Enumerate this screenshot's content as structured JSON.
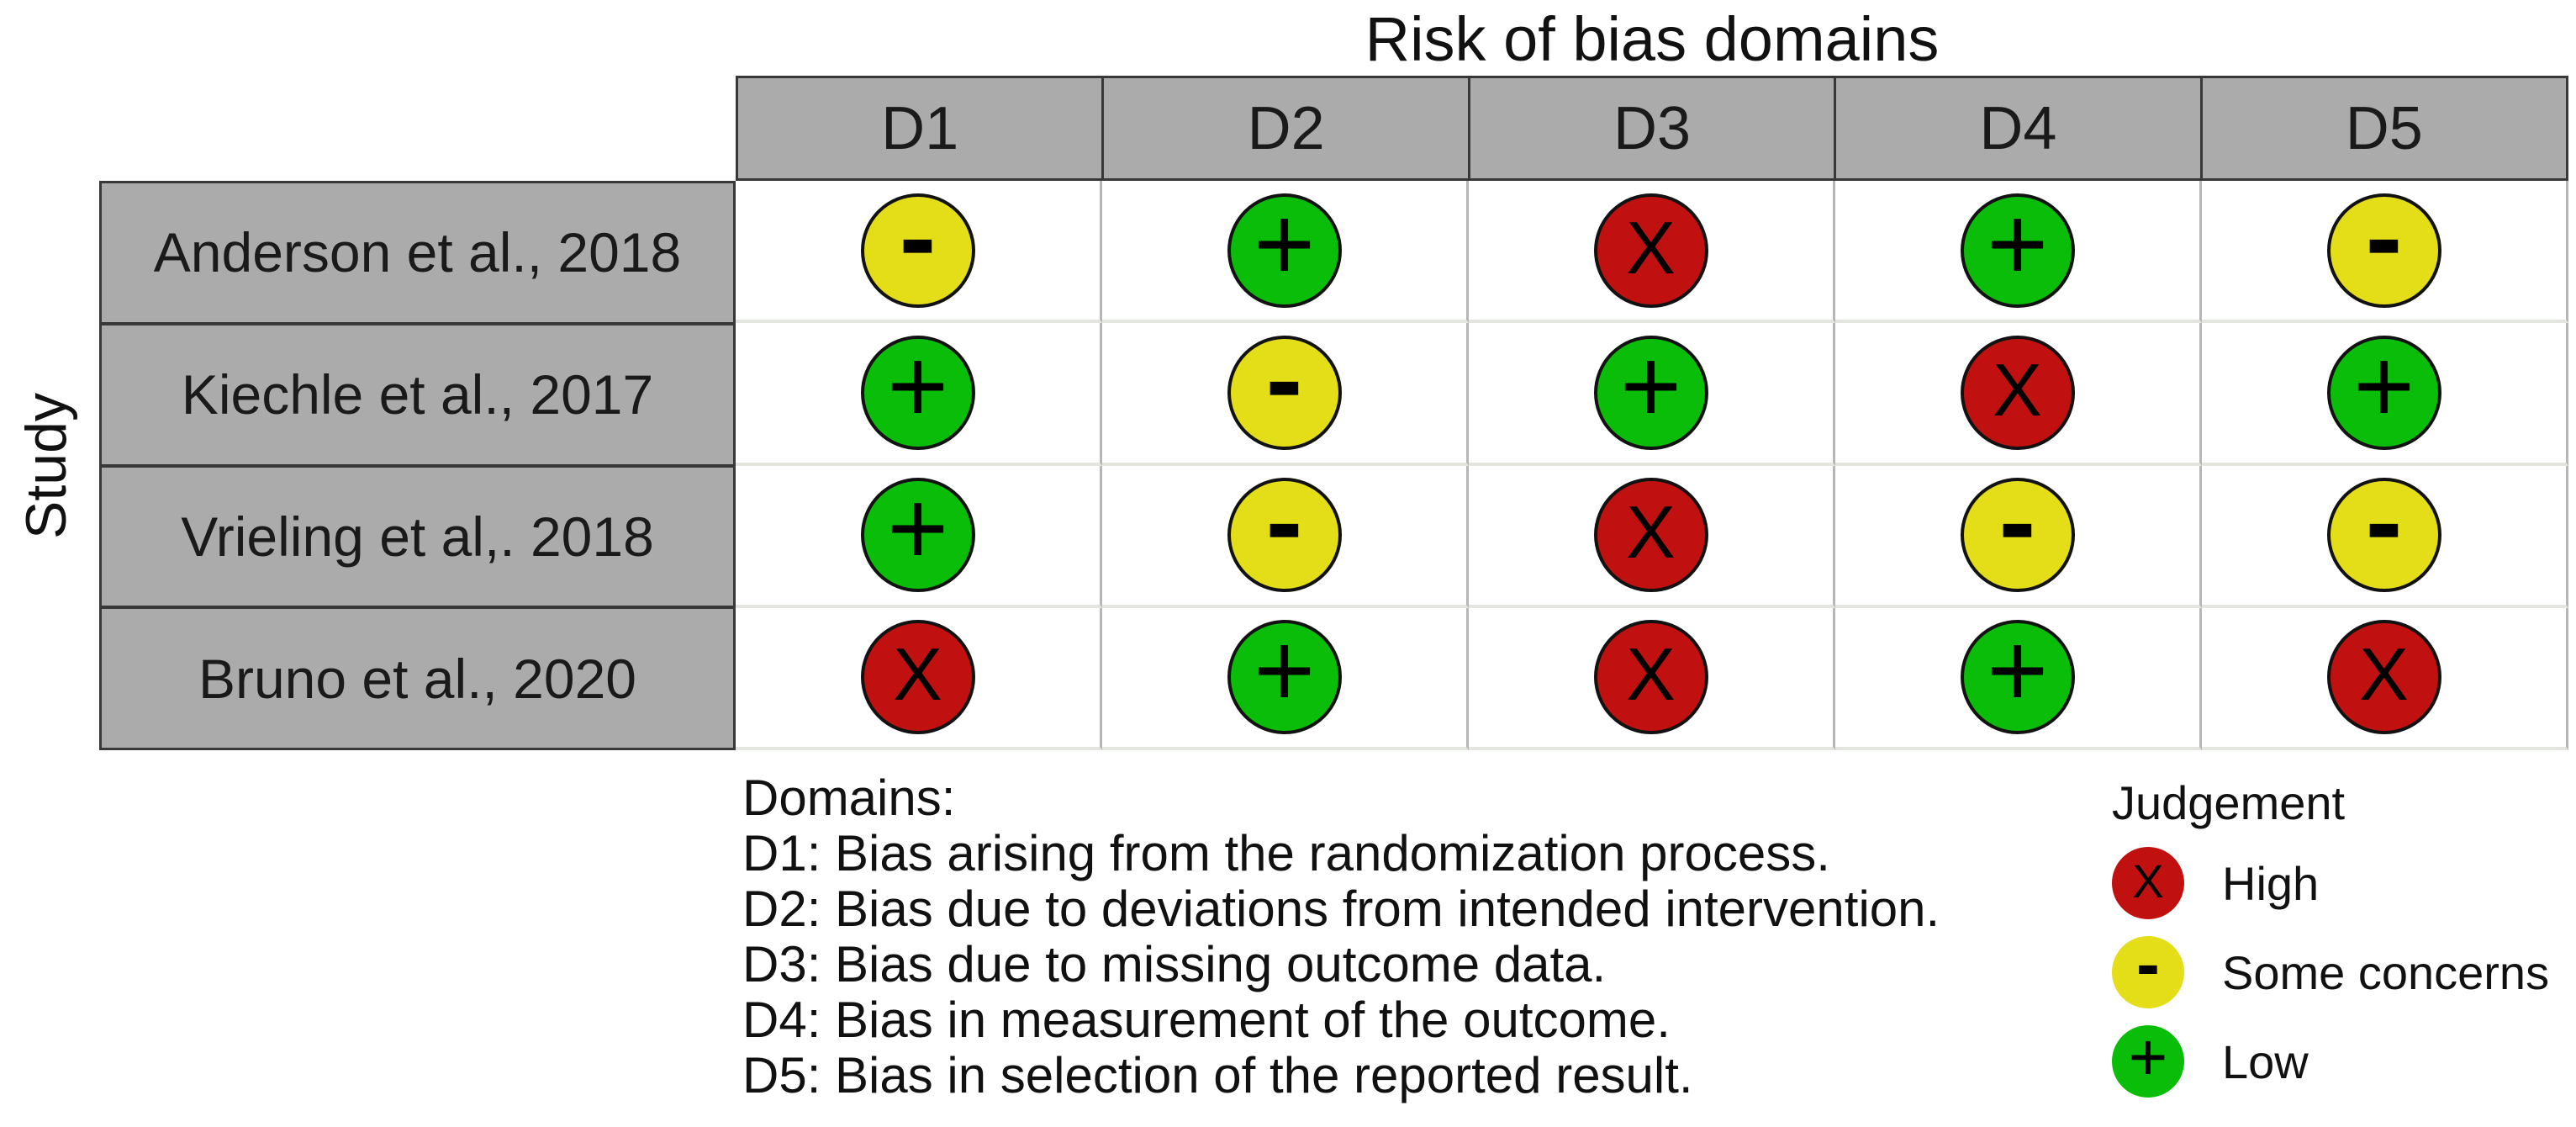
{
  "title": "Risk of bias domains",
  "y_axis_label": "Study",
  "columns": [
    "D1",
    "D2",
    "D3",
    "D4",
    "D5"
  ],
  "rows": [
    {
      "label": "Anderson et al., 2018",
      "cells": [
        {
          "judgement": "Some concerns",
          "symbol": "-",
          "color": "#e3de18"
        },
        {
          "judgement": "Low",
          "symbol": "+",
          "color": "#0abd08"
        },
        {
          "judgement": "High",
          "symbol": "X",
          "color": "#c11010"
        },
        {
          "judgement": "Low",
          "symbol": "+",
          "color": "#0abd08"
        },
        {
          "judgement": "Some concerns",
          "symbol": "-",
          "color": "#e3de18"
        }
      ]
    },
    {
      "label": "Kiechle et al., 2017",
      "cells": [
        {
          "judgement": "Low",
          "symbol": "+",
          "color": "#0abd08"
        },
        {
          "judgement": "Some concerns",
          "symbol": "-",
          "color": "#e3de18"
        },
        {
          "judgement": "Low",
          "symbol": "+",
          "color": "#0abd08"
        },
        {
          "judgement": "High",
          "symbol": "X",
          "color": "#c11010"
        },
        {
          "judgement": "Low",
          "symbol": "+",
          "color": "#0abd08"
        }
      ]
    },
    {
      "label": "Vrieling et al,. 2018",
      "cells": [
        {
          "judgement": "Low",
          "symbol": "+",
          "color": "#0abd08"
        },
        {
          "judgement": "Some concerns",
          "symbol": "-",
          "color": "#e3de18"
        },
        {
          "judgement": "High",
          "symbol": "X",
          "color": "#c11010"
        },
        {
          "judgement": "Some concerns",
          "symbol": "-",
          "color": "#e3de18"
        },
        {
          "judgement": "Some concerns",
          "symbol": "-",
          "color": "#e3de18"
        }
      ]
    },
    {
      "label": "Bruno et al., 2020",
      "cells": [
        {
          "judgement": "High",
          "symbol": "X",
          "color": "#c11010"
        },
        {
          "judgement": "Low",
          "symbol": "+",
          "color": "#0abd08"
        },
        {
          "judgement": "High",
          "symbol": "X",
          "color": "#c11010"
        },
        {
          "judgement": "Low",
          "symbol": "+",
          "color": "#0abd08"
        },
        {
          "judgement": "High",
          "symbol": "X",
          "color": "#c11010"
        }
      ]
    }
  ],
  "footnotes": {
    "heading": "Domains:",
    "items": [
      "D1: Bias arising from the randomization process.",
      "D2: Bias due to deviations from intended intervention.",
      "D3: Bias due to missing outcome data.",
      "D4: Bias in measurement of the outcome.",
      "D5: Bias in selection of the reported result."
    ]
  },
  "legend": {
    "heading": "Judgement",
    "items": [
      {
        "label": "High",
        "symbol": "X",
        "color": "#c11010"
      },
      {
        "label": "Some concerns",
        "symbol": "-",
        "color": "#e3de18"
      },
      {
        "label": "Low",
        "symbol": "+",
        "color": "#0abd08"
      }
    ]
  },
  "colors": {
    "high": "#c11010",
    "some_concerns": "#e3de18",
    "low": "#0abd08",
    "header_bg": "#ababab",
    "table_border": "#383838"
  },
  "chart_data": {
    "type": "table",
    "title": "Risk of bias domains",
    "ylabel": "Study",
    "columns": [
      "D1",
      "D2",
      "D3",
      "D4",
      "D5"
    ],
    "studies": [
      "Anderson et al., 2018",
      "Kiechle et al., 2017",
      "Vrieling et al,. 2018",
      "Bruno et al., 2020"
    ],
    "judgements": [
      [
        "Some concerns",
        "Low",
        "High",
        "Low",
        "Some concerns"
      ],
      [
        "Low",
        "Some concerns",
        "Low",
        "High",
        "Low"
      ],
      [
        "Low",
        "Some concerns",
        "High",
        "Some concerns",
        "Some concerns"
      ],
      [
        "High",
        "Low",
        "High",
        "Low",
        "High"
      ]
    ],
    "judgement_symbols": {
      "High": "X",
      "Some concerns": "-",
      "Low": "+"
    },
    "judgement_colors": {
      "High": "#c11010",
      "Some concerns": "#e3de18",
      "Low": "#0abd08"
    },
    "domain_definitions": [
      "D1: Bias arising from the randomization process.",
      "D2: Bias due to deviations from intended intervention.",
      "D3: Bias due to missing outcome data.",
      "D4: Bias in measurement of the outcome.",
      "D5: Bias in selection of the reported result."
    ],
    "legend_position": "bottom-right",
    "grid": true
  }
}
